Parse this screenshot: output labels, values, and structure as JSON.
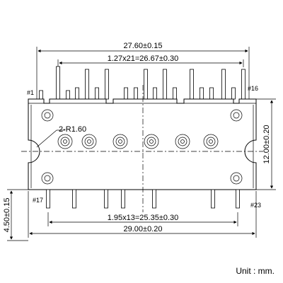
{
  "dimensions": {
    "overall_top_width": "27.60±0.15",
    "top_pin_pitch": "1.27x21=26.67±0.30",
    "right_height": "12.00±0.20",
    "left_height": "4.50±0.15",
    "bottom_pin_pitch": "1.95x13=25.35±0.30",
    "overall_bottom_width": "29.00±0.20",
    "hole_radius": "2-R1.60"
  },
  "pin_labels": {
    "pin1": "#1",
    "pin16": "#16",
    "pin17": "#17",
    "pin23": "#23"
  },
  "unit": "Unit : mm."
}
